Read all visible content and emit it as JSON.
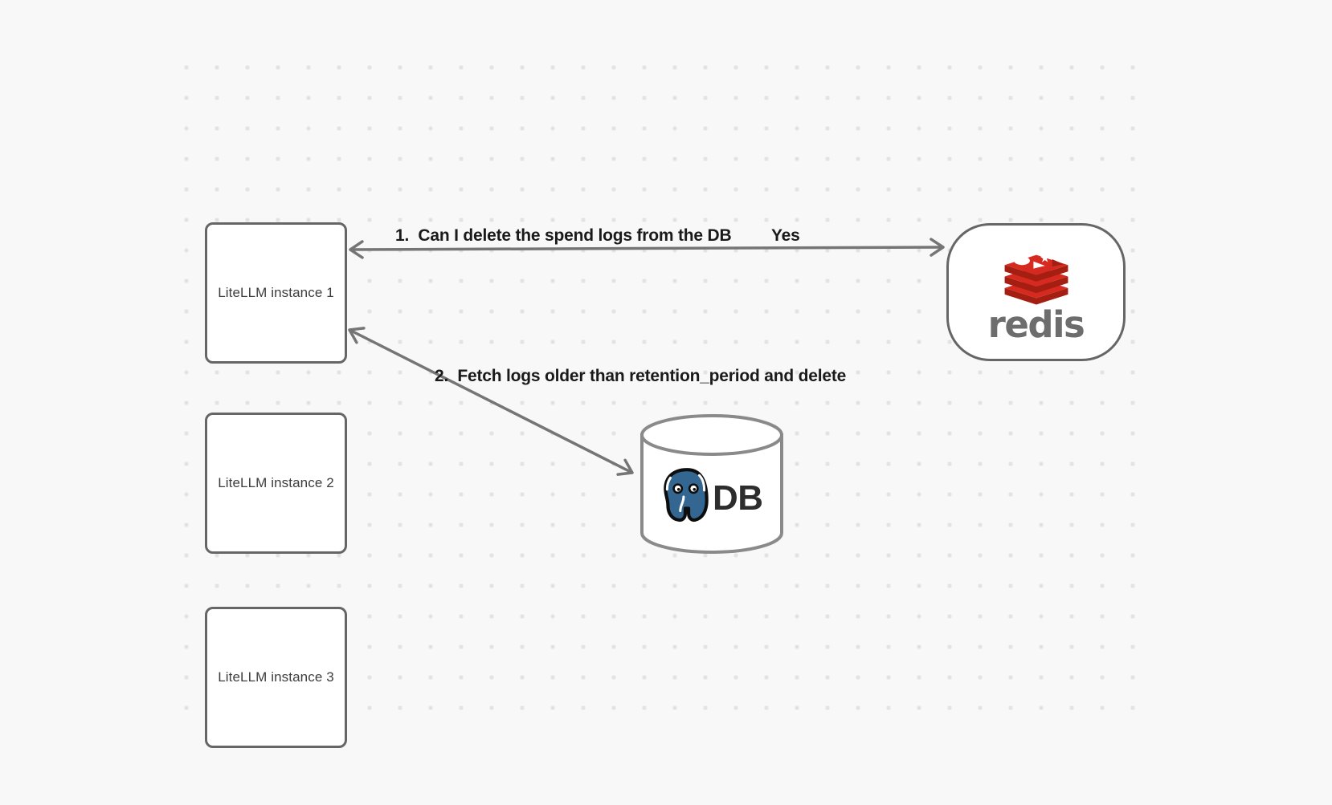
{
  "colors": {
    "background": "#f8f8f8",
    "dot": "#e3e3e3",
    "node_border": "#666666",
    "node_label_text": "#3d3d3d",
    "arrow": "#757575",
    "label_text": "#1a1a1a",
    "redis_red": "#d6291f",
    "redis_dark_red": "#a41e11",
    "redis_wordmark": "#6d6d6d",
    "postgres_blue": "#336791",
    "cylinder_border": "#8a8a8a",
    "db_text": "#2d2d2d"
  },
  "nodes": {
    "litellm_instances": [
      {
        "label": "LiteLLM instance 1"
      },
      {
        "label": "LiteLLM instance 2"
      },
      {
        "label": "LiteLLM instance 3"
      }
    ],
    "redis": {
      "wordmark": "redis",
      "icon": "redis-logo-icon"
    },
    "database": {
      "label": "DB",
      "icon": "postgresql-elephant-icon",
      "shape": "cylinder"
    }
  },
  "edges": [
    {
      "label": "1.  Can I delete the spend logs from the DB",
      "response": "Yes",
      "from": "LiteLLM instance 1",
      "to": "redis",
      "direction": "both"
    },
    {
      "label": "2.  Fetch logs older than retention_period and delete",
      "from": "LiteLLM instance 1",
      "to": "DB",
      "direction": "both"
    }
  ]
}
